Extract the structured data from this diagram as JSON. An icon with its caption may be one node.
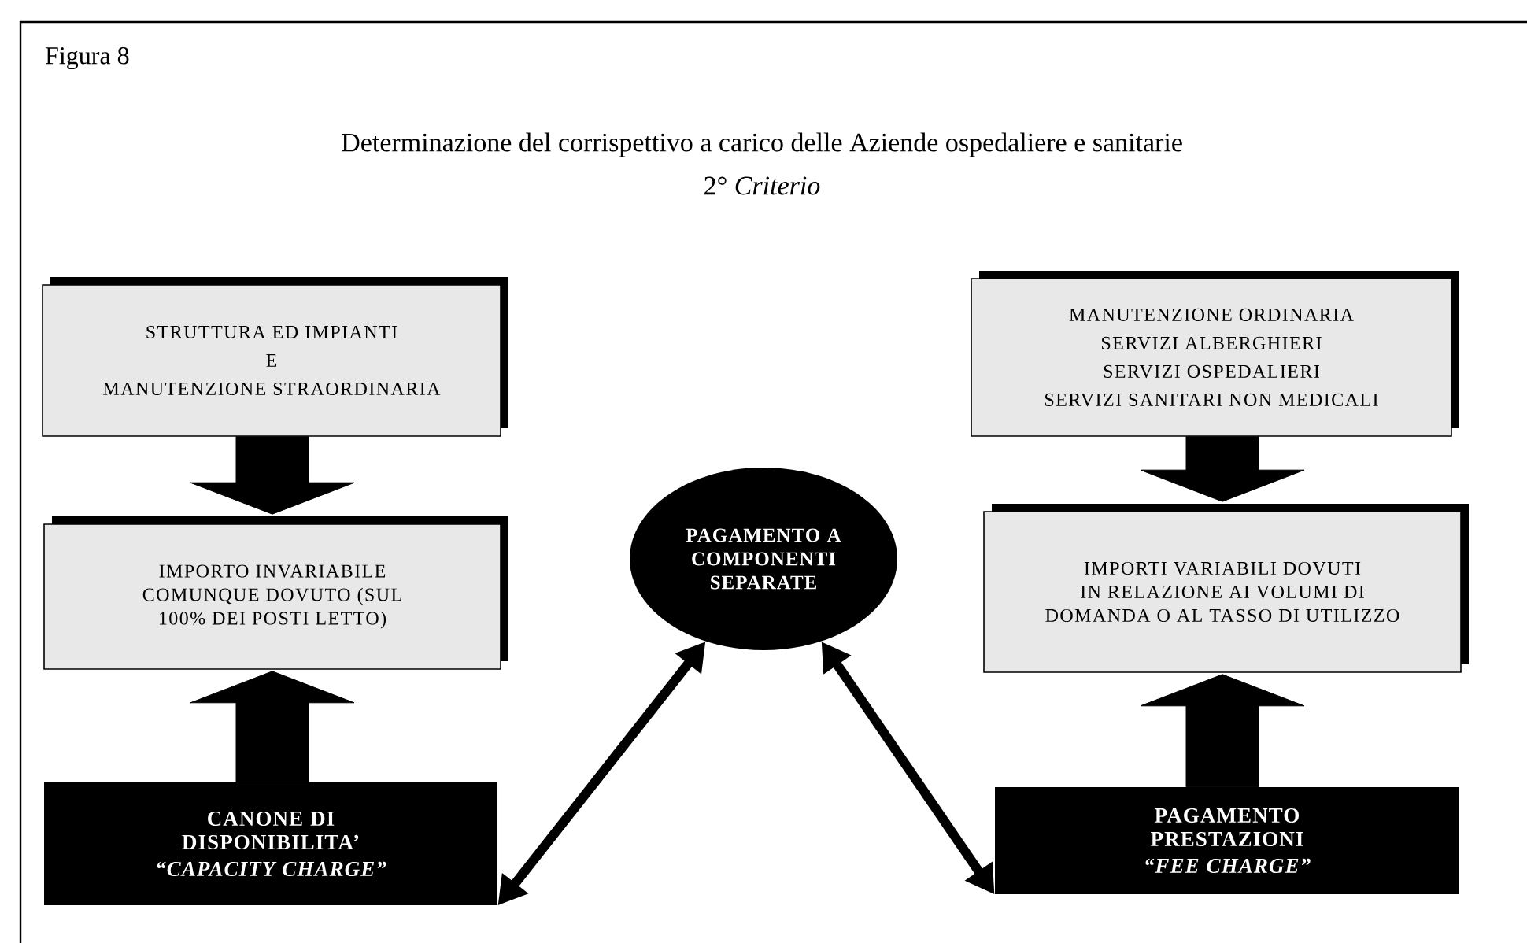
{
  "diagram": {
    "title": "Determinazione del corrispettivo a carico delle Aziende ospedaliere e sanitarie",
    "nodes": [
      {
        "text": [
          "STRUTTURA ED IMPIANTI",
          "E",
          "MANUTENZIONE STRAORDINARIA"
        ]
      },
      {
        "text": [
          "IMPORTO INVARIABILE COMUNQUE DOVUTO (SUL 100% DEI POSTI LETTO)"
        ]
      },
      {
        "text": [
          "CANONE DI DISPONIBILITA’",
          "“CAPACITY CHARGE”"
        ]
      },
      {
        "text": [
          "PAGAMENTO A COMPONENTI SEPARATE"
        ]
      },
      {
        "text": [
          "MANUTENZIONE ORDINARIA",
          "SERVIZI ALBERGHIERI",
          "SERVIZI OSPEDALIERI",
          "SERVIZI SANITARI NON MEDICALI"
        ]
      },
      {
        "text": [
          "IMPORTI VARIABILI DOVUTI IN RELAZIONE AI VOLUMI DI DOMANDA O AL TASSO DI UTILIZZO"
        ]
      },
      {
        "text": [
          "PAGAMENTO PRESTAZIONI",
          "“FEE CHARGE”"
        ]
      }
    ],
    "edges": [
      {
        "from": 0,
        "to": 1,
        "arrow": "to"
      },
      {
        "from": 2,
        "to": 1,
        "arrow": "to"
      },
      {
        "from": 4,
        "to": 5,
        "arrow": "to"
      },
      {
        "from": 6,
        "to": 5,
        "arrow": "to"
      },
      {
        "from": 3,
        "to": 2,
        "arrow": "both"
      },
      {
        "from": 3,
        "to": 6,
        "arrow": "both"
      }
    ],
    "labels": [
      "Figura 8",
      "2° *Criterio*"
    ]
  }
}
